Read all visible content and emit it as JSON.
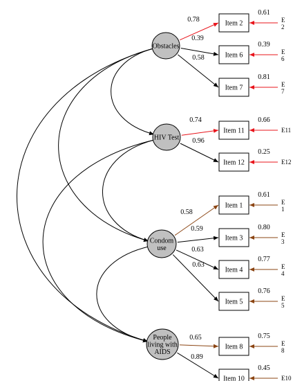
{
  "colors": {
    "latent_fill": "#c0c0c0",
    "stroke": "#000000",
    "red": "#e8141b",
    "brown": "#8b4513"
  },
  "latents": [
    {
      "id": "obstacles",
      "lines": [
        "Obstacles"
      ]
    },
    {
      "id": "hiv",
      "lines": [
        "HIV Test"
      ]
    },
    {
      "id": "condom",
      "lines": [
        "Condom",
        "use"
      ]
    },
    {
      "id": "aids",
      "lines": [
        "People",
        "living with",
        "AIDS"
      ]
    }
  ],
  "items": [
    {
      "label": "Item 2",
      "factor": "obstacles",
      "loading": "0.78",
      "r2": "0.61",
      "error": [
        "E",
        "2"
      ],
      "color": "red"
    },
    {
      "label": "Item 6",
      "factor": "obstacles",
      "loading": "0.39",
      "r2": "0.39",
      "error": [
        "E",
        "6"
      ],
      "color": "red"
    },
    {
      "label": "Item 7",
      "factor": "obstacles",
      "loading": "0.58",
      "r2": "0.81",
      "error": [
        "E",
        "7"
      ],
      "color": "red"
    },
    {
      "label": "Item 11",
      "factor": "hiv",
      "loading": "0.74",
      "r2": "0.66",
      "error": [
        "E11"
      ],
      "color": "red"
    },
    {
      "label": "Item 12",
      "factor": "hiv",
      "loading": "0.96",
      "r2": "0.25",
      "error": [
        "E12"
      ],
      "color": "red"
    },
    {
      "label": "Item 1",
      "factor": "condom",
      "loading": "0.58",
      "r2": "0.61",
      "error": [
        "E",
        "1"
      ],
      "color": "brown"
    },
    {
      "label": "Item 3",
      "factor": "condom",
      "loading": "0.59",
      "r2": "0.80",
      "error": [
        "E",
        "3"
      ],
      "color": "brown"
    },
    {
      "label": "Item 4",
      "factor": "condom",
      "loading": "0.63",
      "r2": "0.77",
      "error": [
        "E",
        "4"
      ],
      "color": "brown"
    },
    {
      "label": "Item 5",
      "factor": "condom",
      "loading": "0.63",
      "r2": "0.76",
      "error": [
        "E",
        "5"
      ],
      "color": "brown"
    },
    {
      "label": "Item 8",
      "factor": "aids",
      "loading": "0.65",
      "r2": "0.75",
      "error": [
        "E",
        "8"
      ],
      "color": "brown"
    },
    {
      "label": "Item 10",
      "factor": "aids",
      "loading": "0.89",
      "r2": "0.45",
      "error": [
        "E10"
      ],
      "color": "brown"
    }
  ],
  "covariances": [
    [
      "obstacles",
      "hiv"
    ],
    [
      "obstacles",
      "condom"
    ],
    [
      "obstacles",
      "aids"
    ],
    [
      "hiv",
      "condom"
    ],
    [
      "hiv",
      "aids"
    ],
    [
      "condom",
      "aids"
    ]
  ]
}
